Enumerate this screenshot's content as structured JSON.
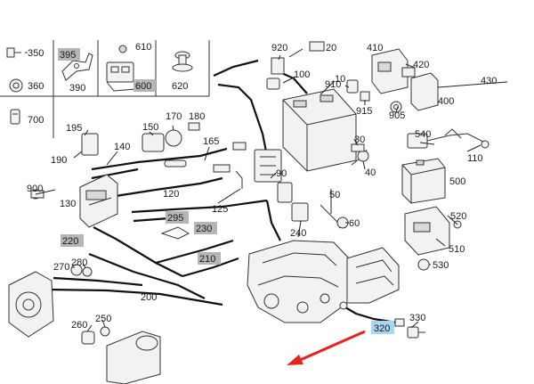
{
  "labels": {
    "p10": "10",
    "p20": "20",
    "p30": "30",
    "p40": "40",
    "p50": "50",
    "p60": "60",
    "p90": "90",
    "p100": "100",
    "p110": "110",
    "p120": "120",
    "p125": "125",
    "p130": "130",
    "p140": "140",
    "p150": "150",
    "p165": "165",
    "p170": "170",
    "p180": "180",
    "p190": "190",
    "p195": "195",
    "p200": "200",
    "p210": "210",
    "p220": "220",
    "p230": "230",
    "p240": "240",
    "p250": "250",
    "p260": "260",
    "p270": "270",
    "p280": "280",
    "p295": "295",
    "p320": "320",
    "p330": "330",
    "p350": "350",
    "p360": "360",
    "p390": "390",
    "p395": "395",
    "p400": "400",
    "p410": "410",
    "p420": "420",
    "p430": "430",
    "p500": "500",
    "p510": "510",
    "p520": "520",
    "p530": "530",
    "p540": "540",
    "p600": "600",
    "p610": "610",
    "p620": "620",
    "p700": "700",
    "p900": "900",
    "p905": "905",
    "p910": "910",
    "p915": "915",
    "p920": "920"
  },
  "highlight_colors": {
    "gray": "#b5b5b5",
    "blue": "#a8d8ef",
    "arrow": "#e8231f"
  }
}
